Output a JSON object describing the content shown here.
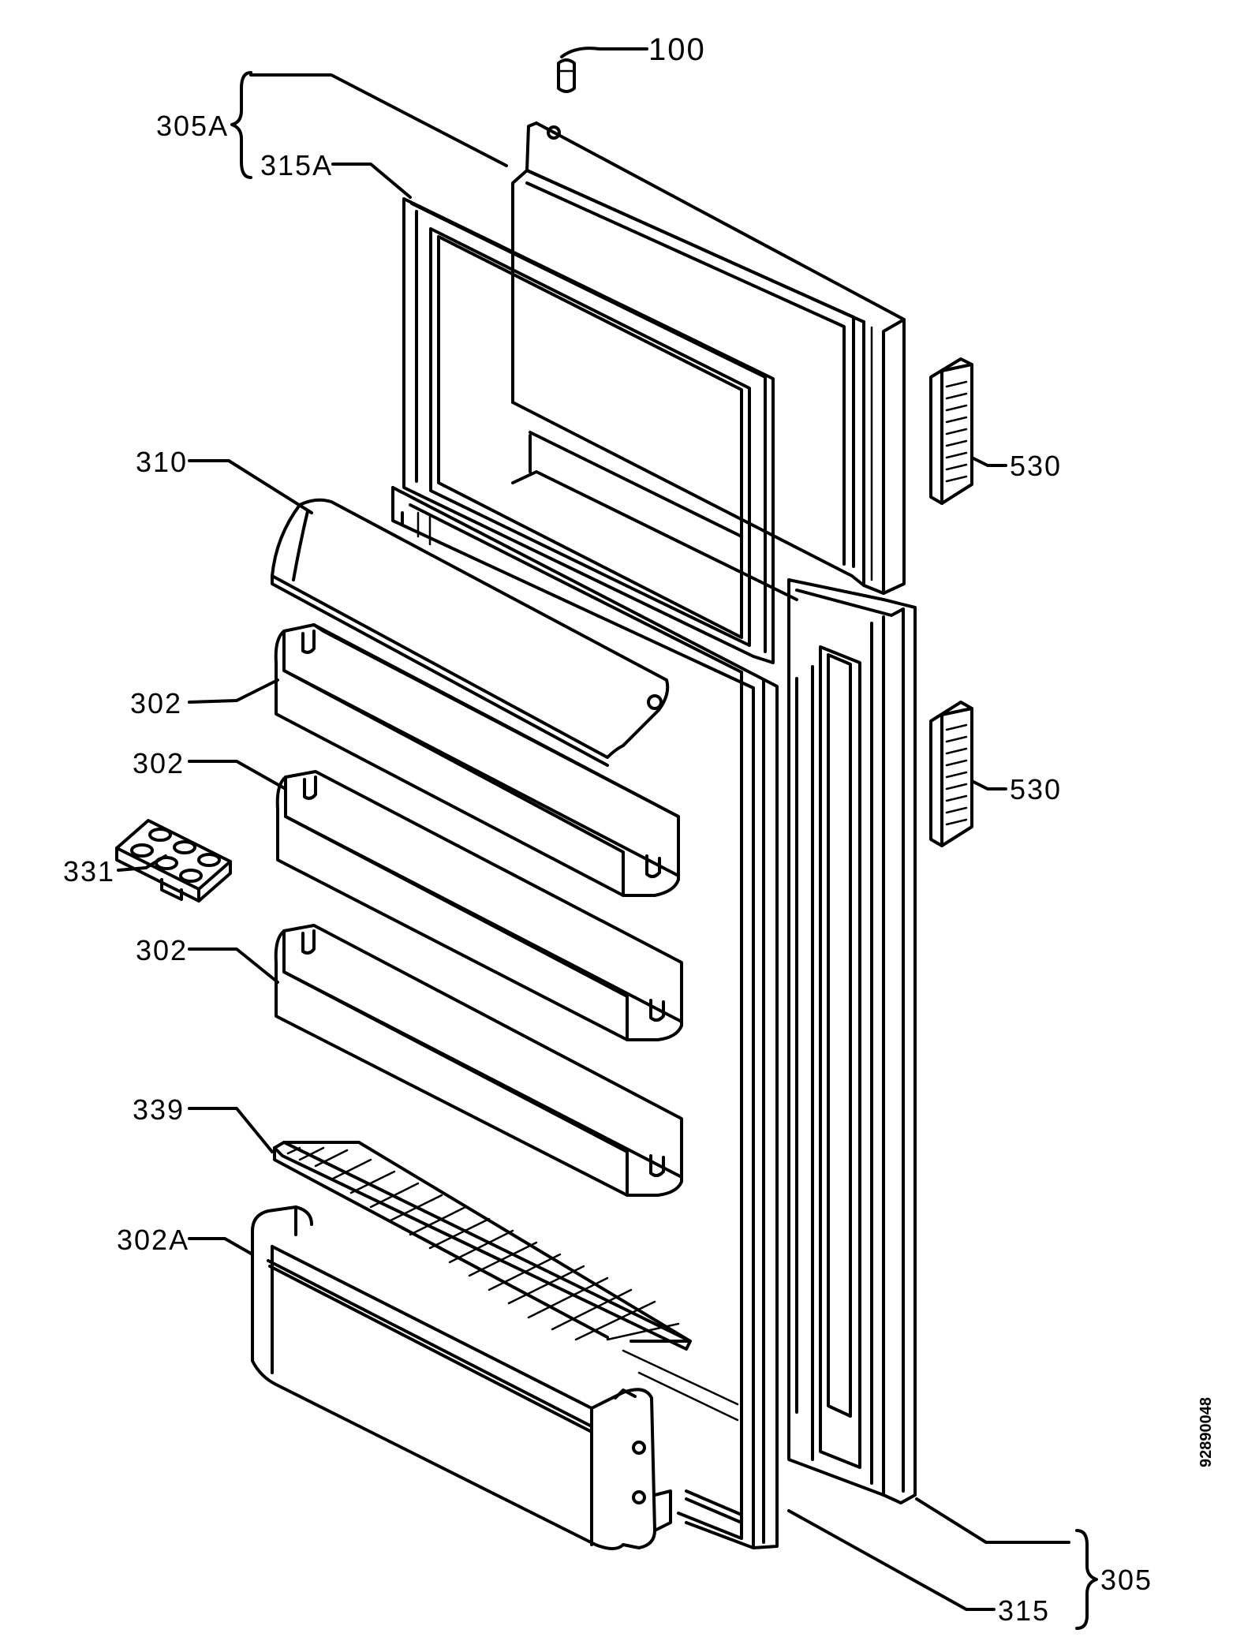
{
  "labels": {
    "p100": "100",
    "p305A": "305A",
    "p315A": "315A",
    "p310": "310",
    "p302_a": "302",
    "p302_b": "302",
    "p302_c": "302",
    "p331": "331",
    "p339": "339",
    "p302A": "302A",
    "p530_a": "530",
    "p530_b": "530",
    "p305": "305",
    "p315": "315"
  },
  "document_id": "92890048"
}
